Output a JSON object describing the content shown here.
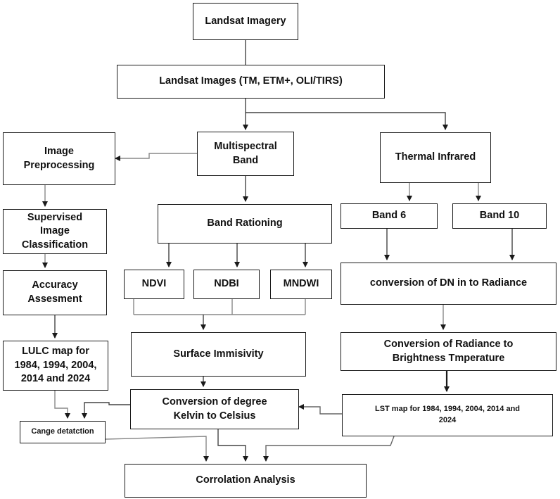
{
  "nodes": {
    "landsat_imagery": "Landsat Imagery",
    "landsat_images": "Landsat Images (TM, ETM+, OLI/TIRS)",
    "image_preprocessing": "Image\nPreprocessing",
    "multispectral_band": "Multispectral\nBand",
    "thermal_infrared": "Thermal Infrared",
    "supervised_classification": "Supervised\nImage\nClassification",
    "band_rationing": "Band Rationing",
    "band_6": "Band 6",
    "band_10": "Band 10",
    "accuracy_assessment": "Accuracy\nAssesment",
    "ndvi": "NDVI",
    "ndbi": "NDBI",
    "mndwi": "MNDWI",
    "dn_to_radiance": "conversion of DN in to Radiance",
    "lulc_map": "LULC map for\n1984, 1994, 2004,\n2014 and 2024",
    "surface_emissivity": "Surface Immisivity",
    "radiance_to_bt": "Conversion of Radiance to\nBrightness Tmperature",
    "kelvin_to_celsius": "Conversion of degree\nKelvin to Celsius",
    "lst_map": "LST map for 1984, 1994, 2004, 2014 and\n2024",
    "change_detection": "Cange detatction",
    "correlation_analysis": "Corrolation Analysis"
  }
}
